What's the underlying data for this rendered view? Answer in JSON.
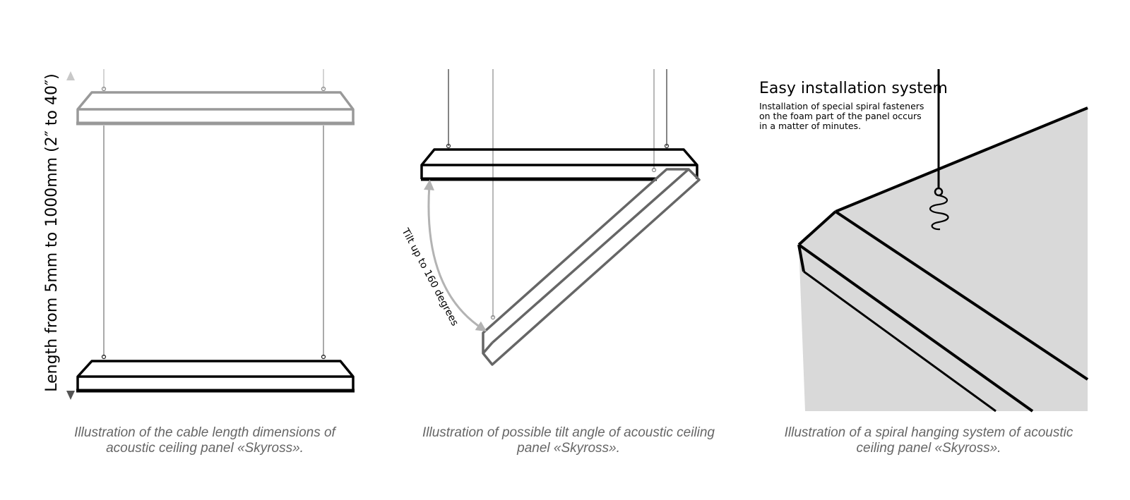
{
  "panel1": {
    "dimension_label": "Length from 5mm to 1000mm (2″ to 40″)",
    "caption_line1": "Illustration of the cable length dimensions of",
    "caption_line2": "acoustic ceiling panel «Skyross»."
  },
  "panel2": {
    "tilt_label": "Tilt up to 160 degrees",
    "caption_line1": "Illustration of possible tilt angle of acoustic ceiling",
    "caption_line2": "panel «Skyross»."
  },
  "panel3": {
    "heading": "Easy installation system",
    "description_line1": "Installation of special spiral fasteners",
    "description_line2": "on the foam part of the panel occurs",
    "description_line3": "in a matter of minutes.",
    "caption_line1": "Illustration of a spiral hanging system of acoustic",
    "caption_line2": "ceiling panel «Skyross»."
  },
  "colors": {
    "panel_dark": "#000000",
    "panel_light": "#999999",
    "panel_mid": "#666666",
    "arrow": "#b3b3b3",
    "panel_fill": "#d9d9d9",
    "caption": "#666666"
  }
}
